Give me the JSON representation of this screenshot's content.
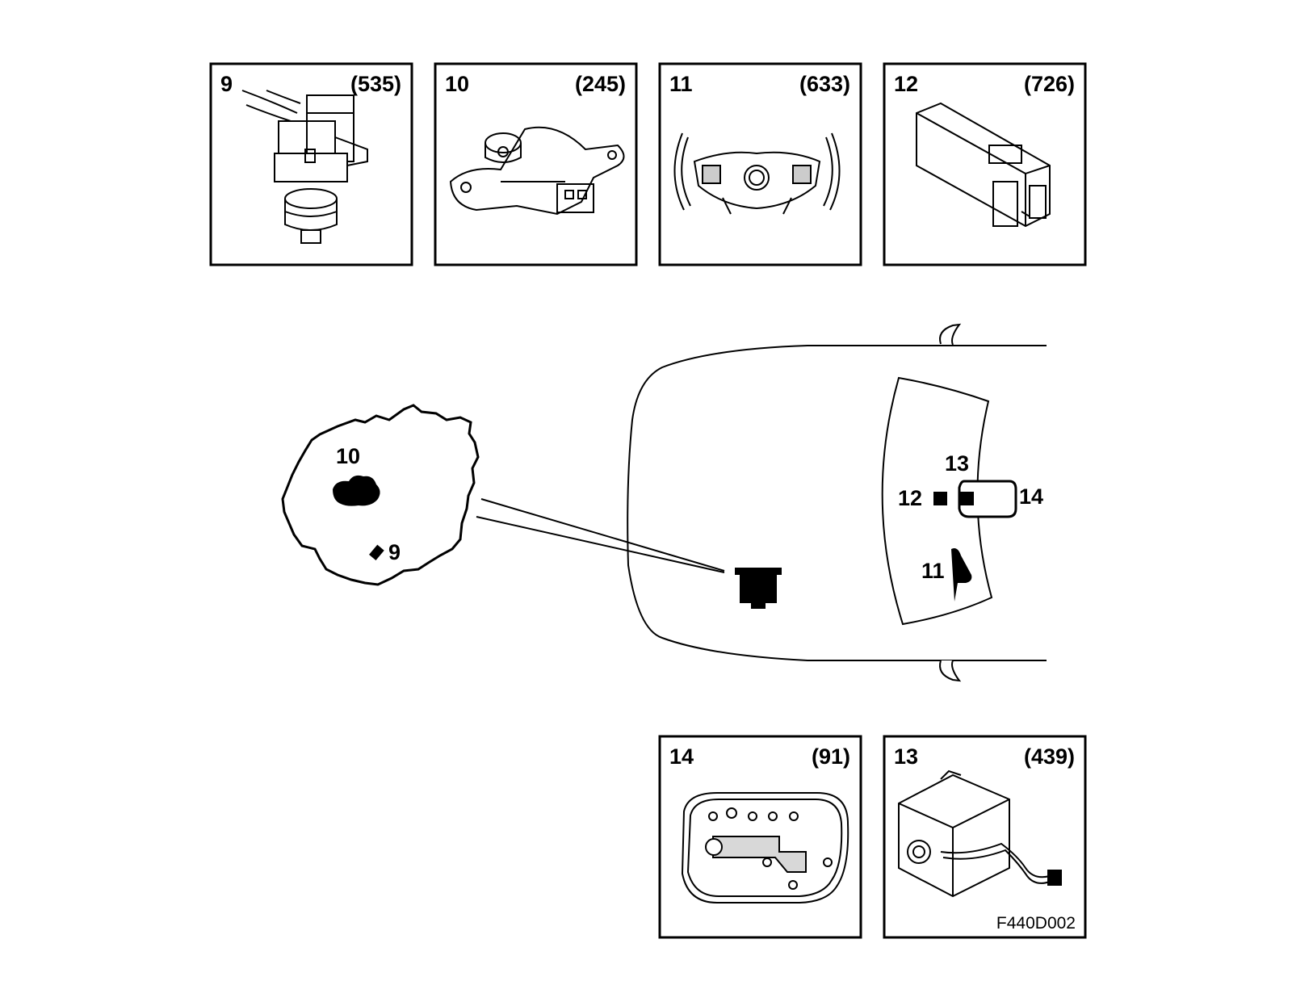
{
  "figure_code": "F440D002",
  "panels": [
    {
      "number": "9",
      "code": "(535)",
      "icon": "solenoid-valve-icon"
    },
    {
      "number": "10",
      "code": "(245)",
      "icon": "gear-position-switch-icon"
    },
    {
      "number": "11",
      "code": "(633)",
      "icon": "steering-wheel-icon"
    },
    {
      "number": "12",
      "code": "(726)",
      "icon": "control-module-icon"
    },
    {
      "number": "14",
      "code": "(91)",
      "icon": "gear-selector-plate-icon"
    },
    {
      "number": "13",
      "code": "(439)",
      "icon": "solenoid-unit-icon"
    }
  ],
  "callouts": {
    "c10": "10",
    "c9": "9",
    "c13": "13",
    "c12": "12",
    "c14": "14",
    "c11": "11"
  }
}
